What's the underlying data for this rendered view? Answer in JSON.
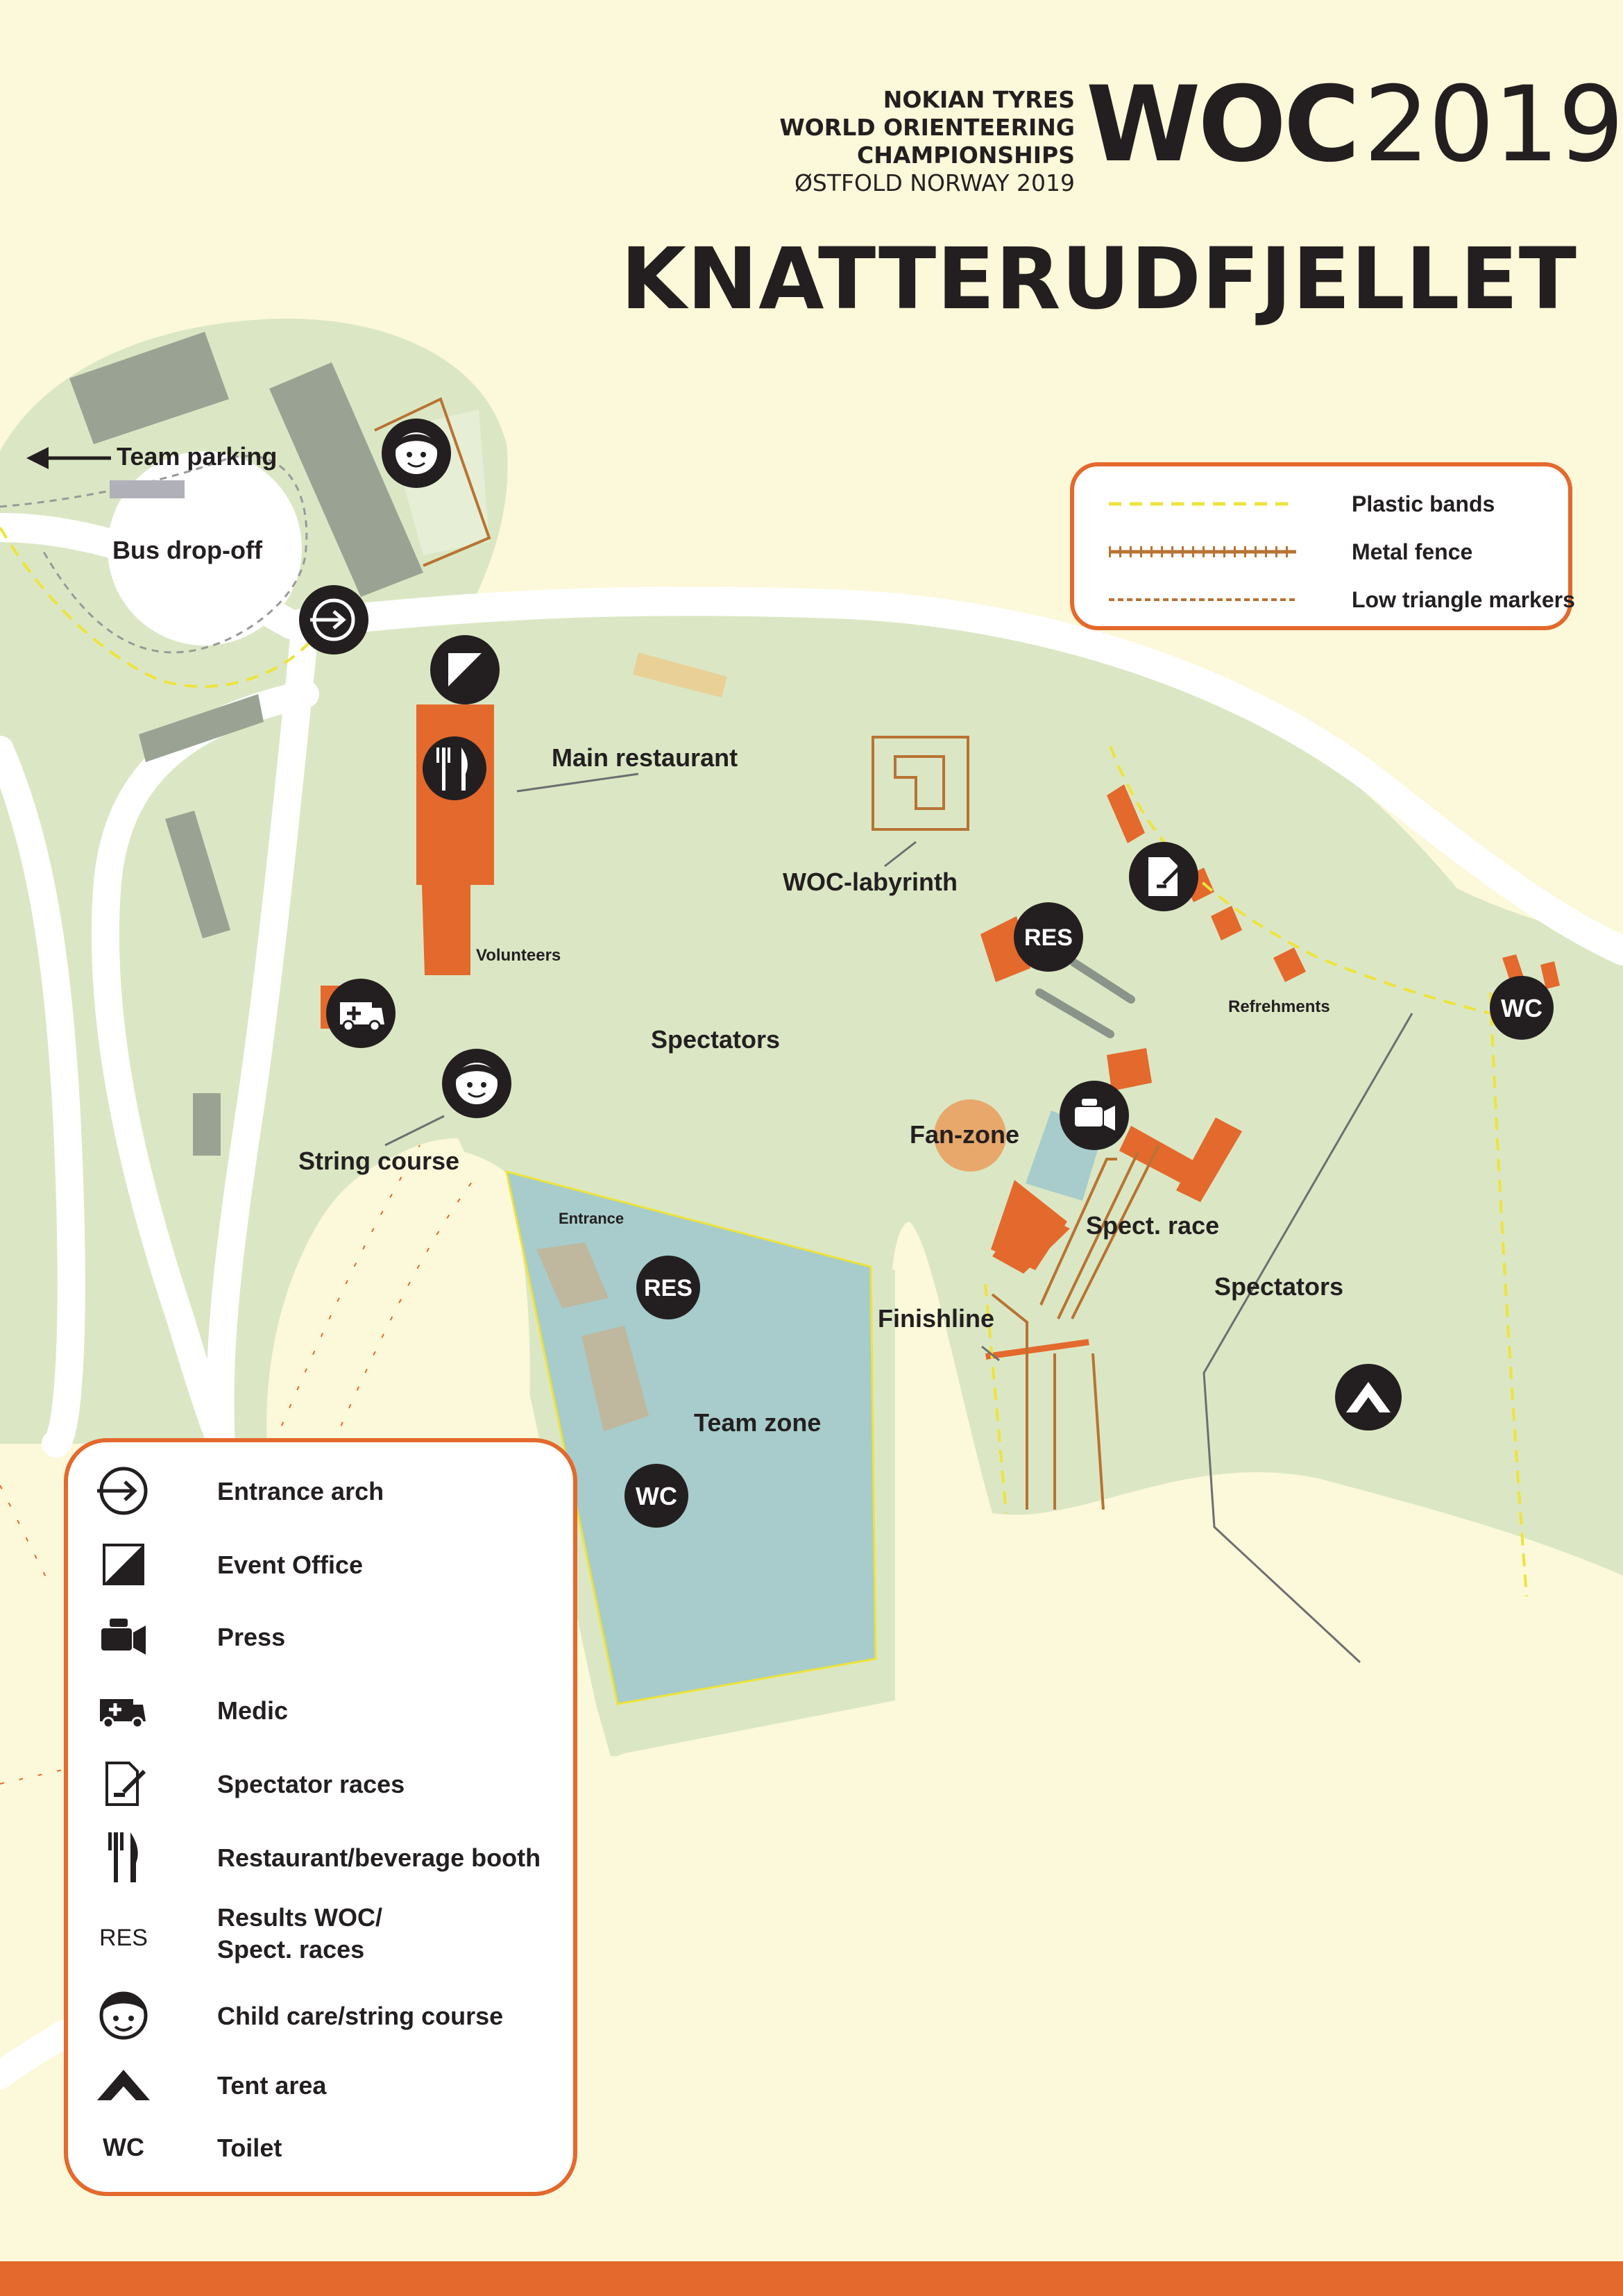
{
  "header": {
    "sponsor_line1": "NOKIAN TYRES",
    "sponsor_line2": "WORLD ORIENTEERING",
    "sponsor_line3": "CHAMPIONSHIPS",
    "sponsor_line4": "ØSTFOLD NORWAY 2019",
    "woc": "WOC",
    "year": "2019",
    "title": "KNATTERUDFJELLET"
  },
  "colors": {
    "background": "#fcf8da",
    "grass": "#dbe7c4",
    "road": "#ffffff",
    "building": "#9aa393",
    "orange": "#e4692c",
    "team_zone": "#a7cccb",
    "fence": "#b87333",
    "plastic_band": "#ede33d",
    "icon_bg": "#231f20"
  },
  "map_labels": {
    "team_parking": "Team parking",
    "bus_dropoff": "Bus drop-off",
    "main_restaurant": "Main restaurant",
    "volunteers": "Volunteers",
    "woc_labyrinth": "WOC-labyrinth",
    "spectators_1": "Spectators",
    "spectators_2": "Spectators",
    "refreshments": "Refrehments",
    "string_course": "String course",
    "entrance": "Entrance",
    "fan_zone": "Fan-zone",
    "spect_race": "Spect. race",
    "finishline": "Finishline",
    "team_zone": "Team zone",
    "res_1": "RES",
    "res_2": "RES",
    "wc_1": "WC",
    "wc_2": "WC"
  },
  "line_legend": [
    {
      "label": "Plastic bands",
      "style": "plastic-bands"
    },
    {
      "label": "Metal fence",
      "style": "metal-fence"
    },
    {
      "label": "Low triangle markers",
      "style": "triangle-markers"
    }
  ],
  "icon_legend": [
    {
      "icon": "entrance-arch-icon",
      "label": "Entrance arch"
    },
    {
      "icon": "event-office-icon",
      "label": "Event Office"
    },
    {
      "icon": "press-camera-icon",
      "label": "Press"
    },
    {
      "icon": "medic-ambulance-icon",
      "label": "Medic"
    },
    {
      "icon": "spectator-races-icon",
      "label": "Spectator races"
    },
    {
      "icon": "fork-knife-icon",
      "label": "Restaurant/beverage booth"
    },
    {
      "icon": "res-text-icon",
      "label": "Results WOC/",
      "label2": "Spect. races",
      "icon_text": "RES"
    },
    {
      "icon": "child-face-icon",
      "label": "Child care/string course"
    },
    {
      "icon": "tent-icon",
      "label": "Tent area"
    },
    {
      "icon": "wc-text-icon",
      "label": "Toilet",
      "icon_text": "WC"
    }
  ]
}
